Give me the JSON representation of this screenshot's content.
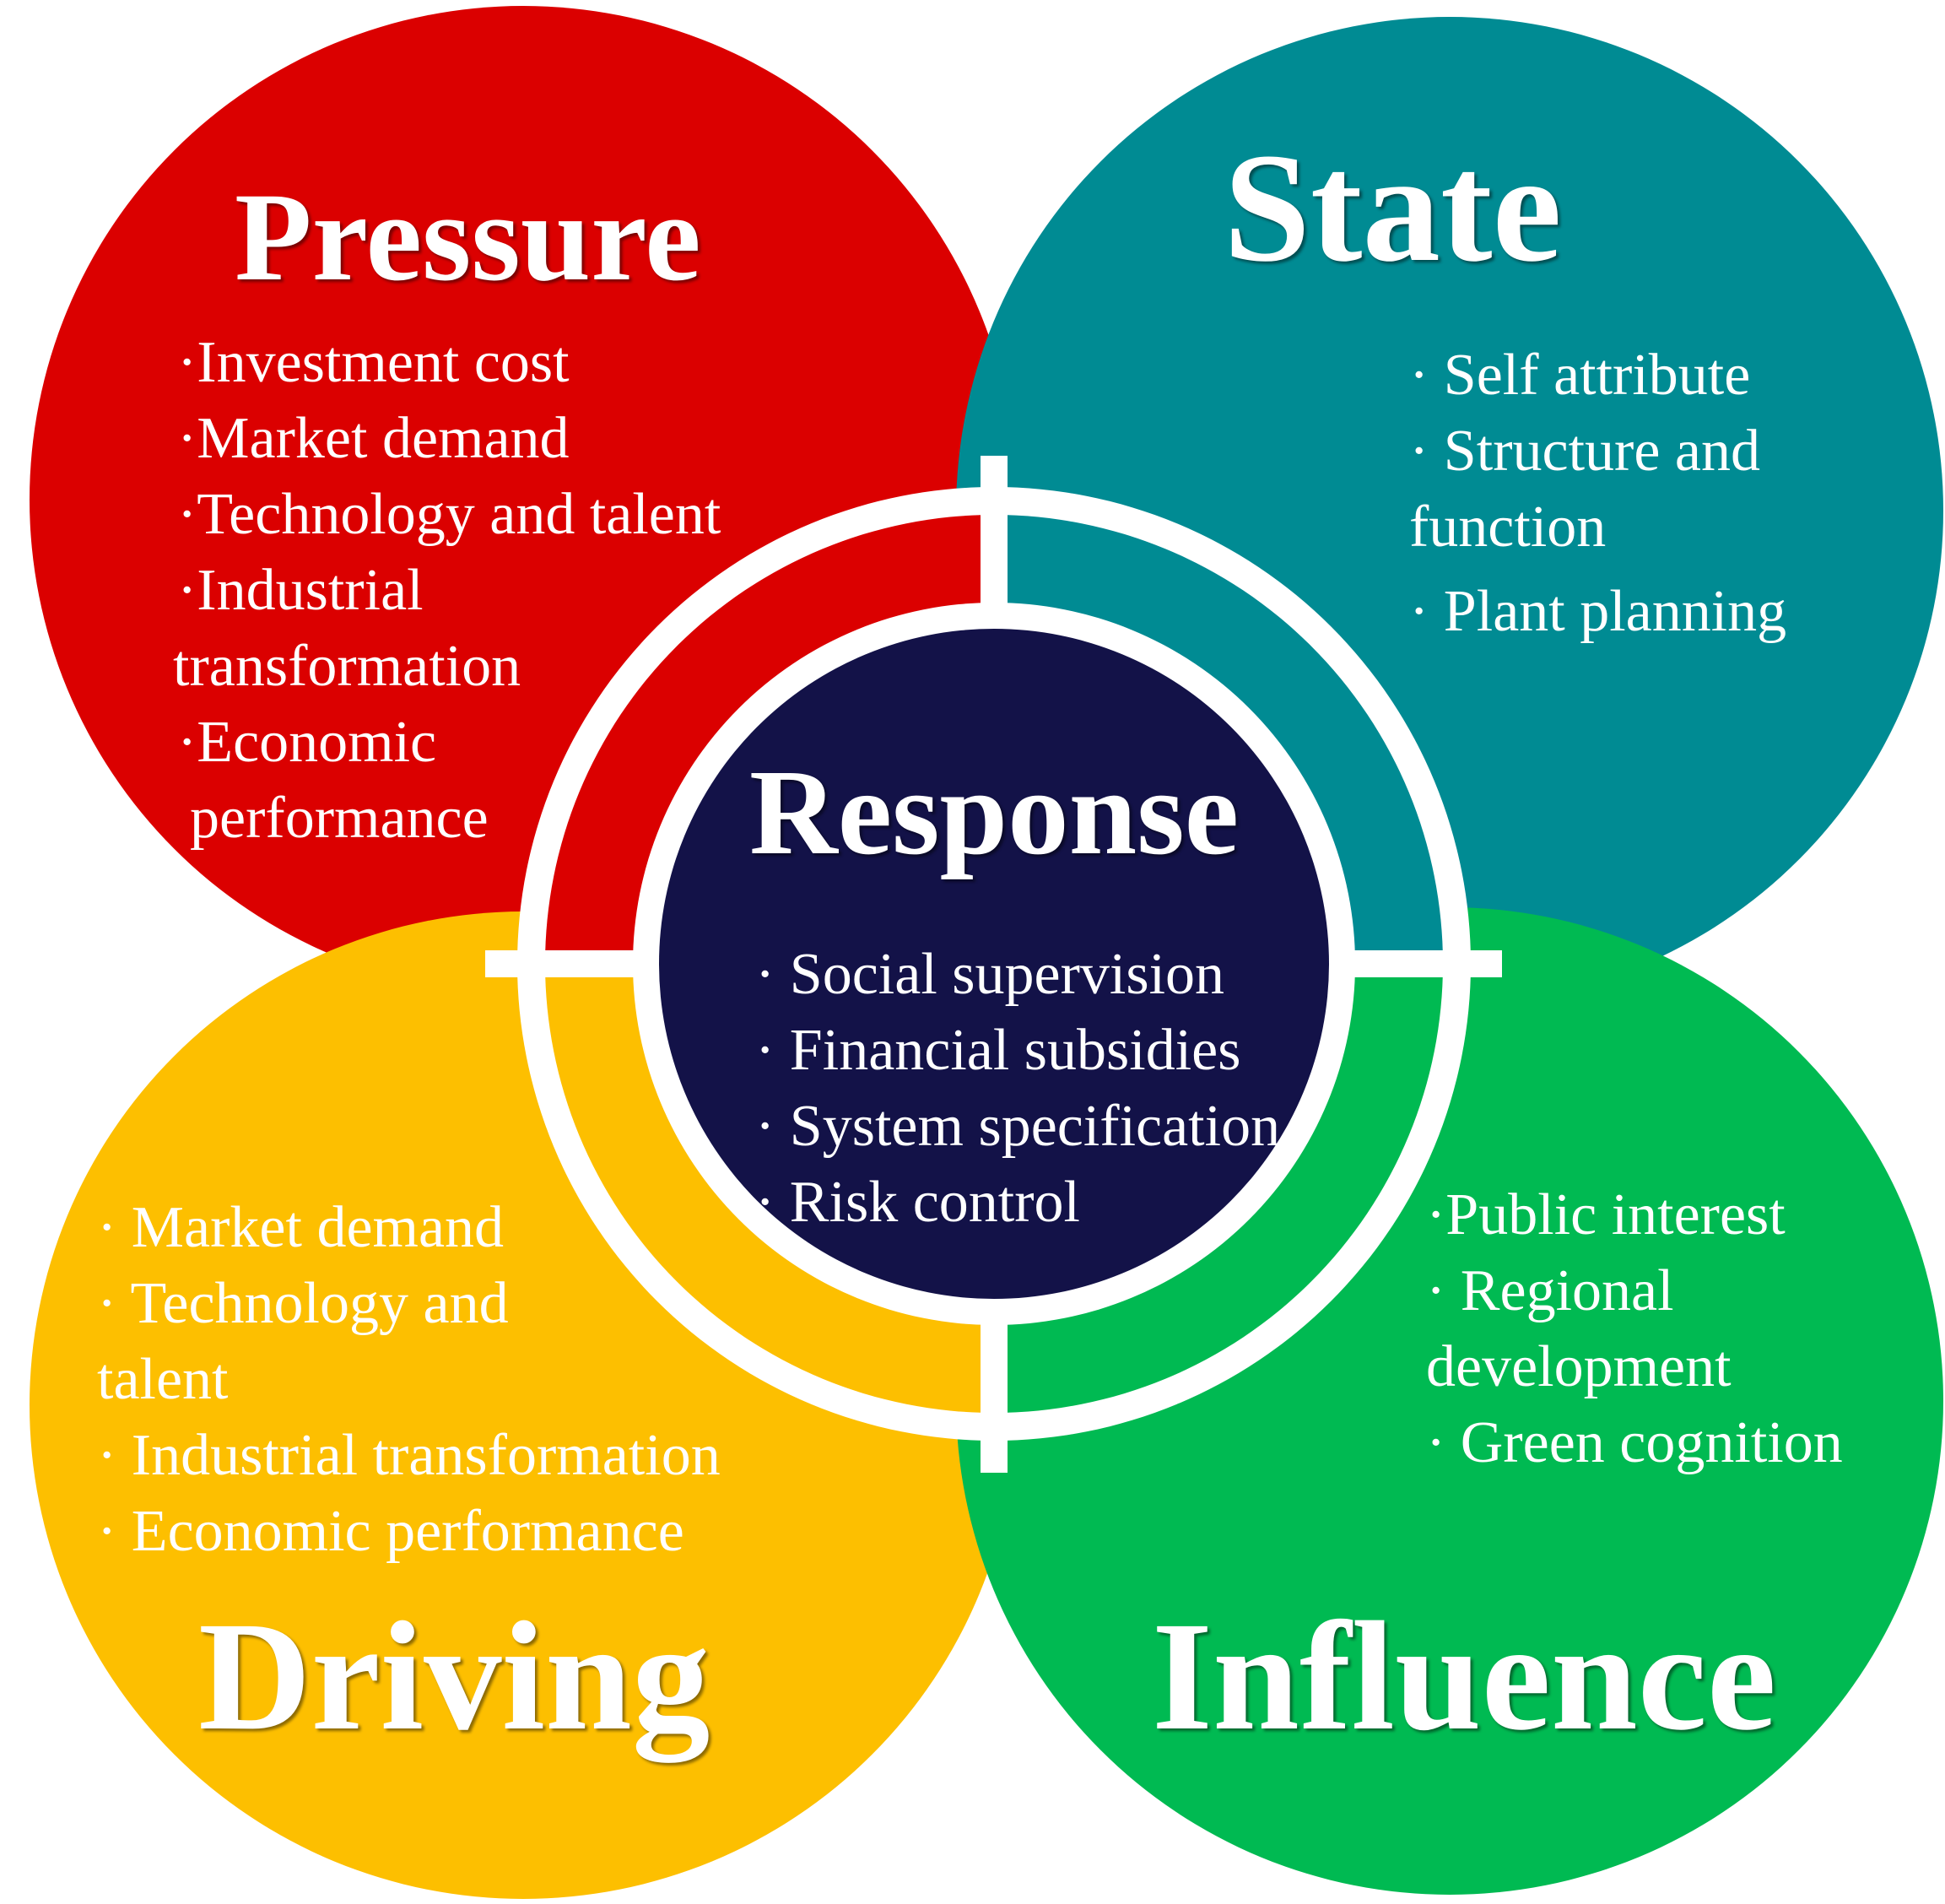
{
  "colors": {
    "pressure": "#db0000",
    "state": "#008b93",
    "driving": "#fdbf00",
    "influence": "#00ba52",
    "response": "#131248",
    "separator": "#ffffff"
  },
  "pressure": {
    "title": "Pressure",
    "items": [
      "·Investment cost",
      "·Market demand",
      "·Technology and talent",
      "·Industrial",
      "transformation",
      "·Economic",
      " performance"
    ]
  },
  "state": {
    "title": "State",
    "items": [
      "· Self attribute",
      "· Structure and",
      "  function",
      "· Plant planning"
    ]
  },
  "response": {
    "title": "Response",
    "items": [
      "· Social supervision",
      "· Financial subsidies",
      "· System specification",
      "· Risk control"
    ]
  },
  "driving": {
    "title": "Driving",
    "items": [
      "· Market demand",
      "· Technology and",
      "   talent",
      "· Industrial transformation",
      "· Economic performance"
    ]
  },
  "influence": {
    "title": "Influence",
    "items": [
      "·Public interest",
      " · Regional",
      "   development",
      " · Green cognition"
    ]
  }
}
